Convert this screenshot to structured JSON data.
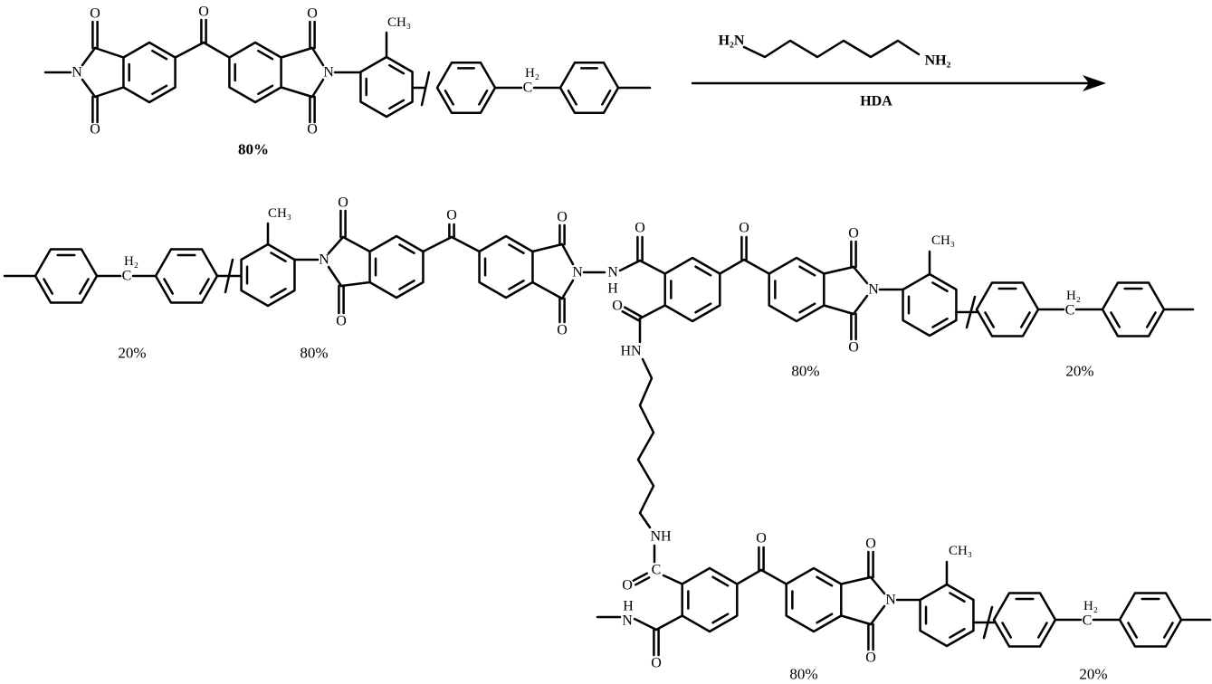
{
  "atoms": {
    "O": "O",
    "N": "N",
    "C": "C",
    "H": "H",
    "CH3": "CH₃",
    "H2": "H₂",
    "NH": "NH",
    "HN": "HN"
  },
  "reagent": {
    "left_amine": "H₂N",
    "right_amine": "NH₂",
    "name": "HDA"
  },
  "reactant": {
    "percent": "80%"
  },
  "product": {
    "middle_left_20": "20%",
    "middle_left_80": "80%",
    "middle_right_80": "80%",
    "middle_right_20": "20%",
    "bottom_80": "80%",
    "bottom_20": "20%"
  },
  "colors": {
    "ink": "#000000",
    "background": "#ffffff"
  }
}
